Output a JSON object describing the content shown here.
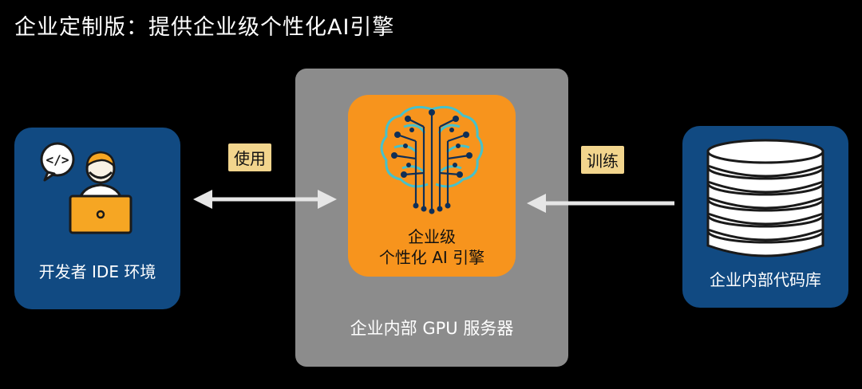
{
  "title": "企业定制版：提供企业级个性化AI引擎",
  "developer": {
    "label": "开发者 IDE 环境",
    "icon": "developer-laptop-icon"
  },
  "server": {
    "label": "企业内部 GPU 服务器",
    "engine": {
      "line1": "企业级",
      "line2": "个性化 AI 引擎",
      "icon": "ai-brain-icon"
    }
  },
  "repository": {
    "label": "企业内部代码库",
    "icon": "database-icon"
  },
  "edges": {
    "use_label": "使用",
    "train_label": "训练"
  },
  "colors": {
    "background": "#000000",
    "blue_box": "#114a82",
    "server_box": "#8c8c8c",
    "engine_box": "#f7941d",
    "tag": "#f2d58d",
    "brain": "#1b6b8a"
  }
}
